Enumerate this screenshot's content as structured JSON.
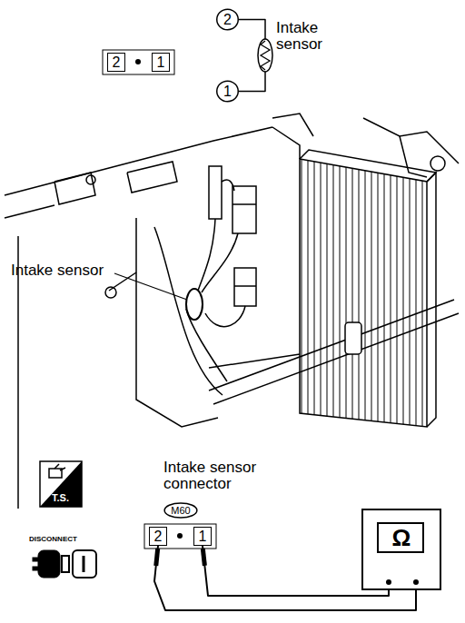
{
  "diagram": {
    "nodes": [
      {
        "text": [
          "2"
        ]
      },
      {
        "text": [
          "1"
        ]
      },
      {
        "text": [
          "2"
        ]
      },
      {
        "text": [
          "1"
        ]
      },
      {
        "text": [
          "M60"
        ]
      },
      {
        "text": [
          "2"
        ]
      },
      {
        "text": [
          "1"
        ]
      },
      {
        "text": [
          "Ω"
        ]
      }
    ],
    "edges": [
      {
        "from": 2,
        "to": 3,
        "arrow": "none"
      },
      {
        "from": 5,
        "to": 7,
        "arrow": "none"
      },
      {
        "from": 6,
        "to": 7,
        "arrow": "none"
      }
    ],
    "labels": [
      "Intake sensor",
      "Intake sensor",
      "Intake sensor connector",
      "T.S.",
      "DISCONNECT"
    ]
  }
}
